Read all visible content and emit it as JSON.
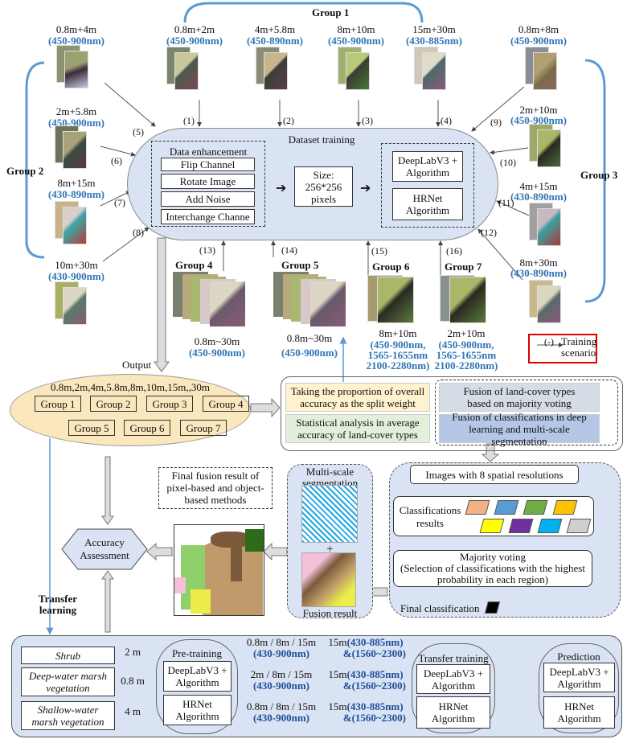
{
  "group1": {
    "title": "Group 1",
    "items": [
      {
        "res": "0.8m+2m",
        "band": "(450-900nm)",
        "step": "(1)"
      },
      {
        "res": "4m+5.8m",
        "band": "(450-890nm)",
        "step": "(2)"
      },
      {
        "res": "8m+10m",
        "band": "(450-900nm)",
        "step": "(3)"
      },
      {
        "res": "15m+30m",
        "band": "(430-885nm)",
        "step": "(4)"
      }
    ]
  },
  "group2": {
    "title": "Group 2",
    "items": [
      {
        "res": "0.8m+4m",
        "band": "(450-900nm)",
        "step": "(5)"
      },
      {
        "res": "2m+5.8m",
        "band": "(450-900nm)",
        "step": "(6)"
      },
      {
        "res": "8m+15m",
        "band": "(430-890nm)",
        "step": "(7)"
      },
      {
        "res": "10m+30m",
        "band": "(430-900nm)",
        "step": "(8)"
      }
    ]
  },
  "group3": {
    "title": "Group 3",
    "items": [
      {
        "res": "0.8m+8m",
        "band": "(450-900nm)",
        "step": "(9)"
      },
      {
        "res": "2m+10m",
        "band": "(450-900nm)",
        "step": "(10)"
      },
      {
        "res": "4m+15m",
        "band": "(430-890nm)",
        "step": "(11)"
      },
      {
        "res": "8m+30m",
        "band": "(430-890nm)",
        "step": "(12)"
      }
    ]
  },
  "bottom_groups": [
    {
      "title": "Group 4",
      "step": "(13)",
      "res": "0.8m~30m",
      "band": [
        "(450-900nm)"
      ]
    },
    {
      "title": "Group 5",
      "step": "(14)",
      "res": "0.8m~30m",
      "band": [
        "(450-900nm)"
      ]
    },
    {
      "title": "Group 6",
      "step": "(15)",
      "res": "8m+10m",
      "band": [
        "(450-900nm,",
        "1565-1655nm",
        "2100-2280nm)"
      ]
    },
    {
      "title": "Group 7",
      "step": "(16)",
      "res": "2m+10m",
      "band": [
        "(450-900nm,",
        "1565-1655nm",
        "2100-2280nm)"
      ]
    }
  ],
  "dataset_training": {
    "title": "Dataset training",
    "enhancement_title": "Data enhancement",
    "enhancement_items": [
      "Flip Channel",
      "Rotate Image",
      "Add Noise",
      "Interchange Channe"
    ],
    "size_box": [
      "Size:",
      "256*256",
      "pixels"
    ],
    "algorithms": [
      [
        "DeepLabV3 +",
        "Algorithm"
      ],
      [
        "HRNet",
        "Algorithm"
      ]
    ]
  },
  "legend": {
    "symbol": "(-)",
    "label": [
      "Training",
      "scenario"
    ]
  },
  "output": {
    "label": "Output",
    "resolutions": "0.8m,2m,4m,5.8m,8m,10m,15m,,30m",
    "groups": [
      "Group 1",
      "Group 2",
      "Group 3",
      "Group 4",
      "Group 5",
      "Group 6",
      "Group 7"
    ]
  },
  "weights": {
    "split_weight": [
      "Taking the proportion of overall",
      "accuracy  as the split weight"
    ],
    "statistical": [
      "Statistical analysis in average",
      "accuracy  of land-cover types"
    ],
    "fusion_voting": [
      "Fusion of  land-cover types",
      "based on majority voting"
    ],
    "fusion_dl": [
      "Fusion of classifications in deep",
      "learning and multi-scale segmentation"
    ]
  },
  "final_fusion_note": [
    "Final fusion result of",
    "pixel-based and object-",
    "based methods"
  ],
  "accuracy": [
    "Accuracy",
    "Assessment"
  ],
  "multiscale": {
    "title": [
      "Multi-scale",
      "segmentation"
    ],
    "plus": "+",
    "caption": "Fusion result"
  },
  "voting_panel": {
    "images": "Images with 8 spatial resolutions",
    "classifications": [
      "Classifications",
      "results"
    ],
    "class_colors": [
      "#f4b183",
      "#5b9bd5",
      "#70ad47",
      "#ffc000",
      "#ffff00",
      "#7030a0",
      "#00b0f0",
      "#d0cece"
    ],
    "majority": [
      "Majority voting",
      "(Selection of classifications with the highest",
      "probability in each region)"
    ],
    "final": "Final classification",
    "final_color": "#000000"
  },
  "transfer": {
    "label": [
      "Transfer",
      "learning"
    ],
    "classes": [
      {
        "name": [
          "Shrub"
        ],
        "res": "2 m",
        "color": "#f4b183",
        "pre": "0.8m / 8m / 15m",
        "pre_band": "(430-900nm)",
        "tt": "15m",
        "tt_band": "(430-885nm)",
        "tt_band2": "&(1560~2300)"
      },
      {
        "name": [
          "Deep-water marsh",
          "vegetation"
        ],
        "res": "0.8 m",
        "color": "#bdd7ee",
        "pre": "2m / 8m / 15m",
        "pre_band": "(430-900nm)",
        "tt": "15m",
        "tt_band": "(430-885nm)",
        "tt_band2": "&(1560~2300)"
      },
      {
        "name": [
          "Shallow-water",
          "marsh vegetation"
        ],
        "res": "4 m",
        "color": "#a9d18e",
        "pre": "0.8m / 8m / 15m",
        "pre_band": "(430-900nm)",
        "tt": "15m",
        "tt_band": "(430-885nm)",
        "tt_band2": "&(1560~2300)"
      }
    ],
    "stages": [
      "Pre-training",
      "Transfer training",
      "Prediction"
    ],
    "algorithms": [
      [
        "DeepLabV3 +",
        "Algorithm"
      ],
      [
        "HRNet",
        "Algorithm"
      ]
    ]
  }
}
